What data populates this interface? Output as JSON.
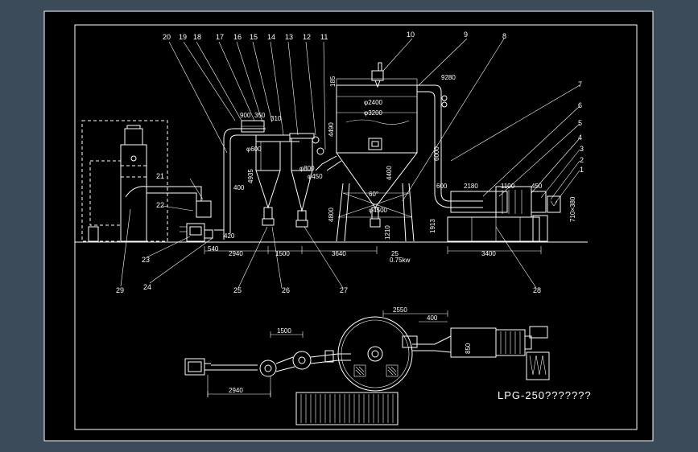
{
  "colors": {
    "background": "#3b4b59",
    "sheet": "#000000",
    "lines": "#ffffff"
  },
  "title_text": "LPG-250???????",
  "part_numbers": [
    "1",
    "2",
    "3",
    "4",
    "5",
    "6",
    "7",
    "8",
    "9",
    "10",
    "11",
    "12",
    "13",
    "14",
    "15",
    "16",
    "17",
    "18",
    "19",
    "20",
    "21",
    "22",
    "23",
    "24",
    "25",
    "26",
    "27",
    "28",
    "29"
  ],
  "elevation_dimensions": {
    "d185": "185",
    "d9280": "9280",
    "d2400": "φ2400",
    "d3200": "φ3200",
    "d6000": "6000",
    "d4490": "4490",
    "d600a": "φ600",
    "d900": "900",
    "d350": "350",
    "d310": "310",
    "d4935": "4935",
    "d400a": "400",
    "d800": "φ800",
    "d450a": "φ450",
    "d4800": "4800",
    "d4400": "4400",
    "d60": "60°",
    "d1210": "1210",
    "d4500": "φ4500",
    "d1913": "1913",
    "d600b": "600",
    "d2180": "2180",
    "d1100": "1100",
    "d450b": "450",
    "d710": "710×380",
    "d2940": "2940",
    "d1500": "1500",
    "d3640": "3640",
    "d3400": "3400",
    "d540": "540",
    "d420": "420",
    "d25": "25",
    "d75": "0.75kw"
  },
  "plan_dimensions": {
    "d2550": "2550",
    "d400": "400",
    "d1500": "1500",
    "d2940": "2940",
    "d850": "850"
  }
}
